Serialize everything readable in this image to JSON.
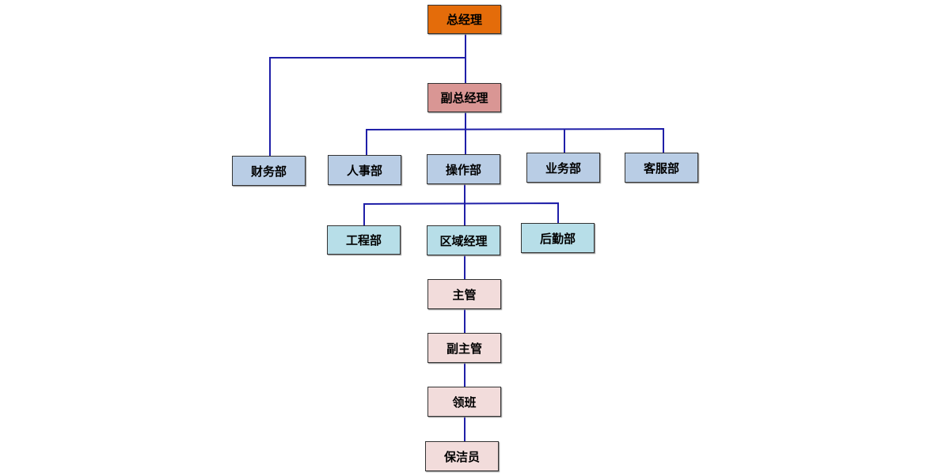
{
  "colors": {
    "line": "#1F1FA8",
    "gm": "#E46C0A",
    "dgm": "#D99694",
    "dept": "#B9CDE5",
    "ops_sub": "#B7DEE8",
    "staff": "#F2DCDB"
  },
  "nodes": {
    "general_manager": "总经理",
    "deputy_general_manager": "副总经理",
    "finance": "财务部",
    "hr": "人事部",
    "operations": "操作部",
    "business": "业务部",
    "customer_service": "客服部",
    "engineering": "工程部",
    "regional_manager": "区域经理",
    "logistics": "后勤部",
    "supervisor": "主管",
    "deputy_supervisor": "副主管",
    "team_leader": "领班",
    "cleaner": "保洁员"
  }
}
